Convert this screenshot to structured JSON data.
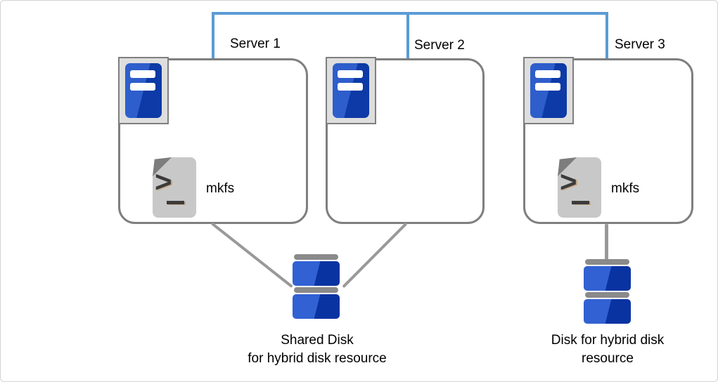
{
  "diagram": {
    "title_implicit": "Hybrid disk resource configuration",
    "servers": [
      {
        "label": "Server 1",
        "script_label": "mkfs",
        "has_script": true
      },
      {
        "label": "Server 2",
        "has_script": false
      },
      {
        "label": "Server 3",
        "script_label": "mkfs",
        "has_script": true
      }
    ],
    "shared_disk": {
      "caption_line1": "Shared Disk",
      "caption_line2": "for hybrid disk resource"
    },
    "local_disk": {
      "caption_line1": "Disk for hybrid disk",
      "caption_line2": "resource"
    },
    "colors": {
      "network_line_blue": "#5b9bd5",
      "connector_gray": "#999999",
      "box_border_gray": "#7f7f7f",
      "server_icon_blue": "#2e5ecb",
      "server_icon_blue_dark": "#0d3aa6",
      "disk_blue": "#3161d3",
      "disk_blue_dark": "#0a33a2",
      "disk_cap_gray": "#8a8a8a",
      "script_file_gray": "#c8c8c8",
      "script_fold_gray": "#7d7d7d",
      "canvas_border": "#d3d3d3"
    }
  }
}
